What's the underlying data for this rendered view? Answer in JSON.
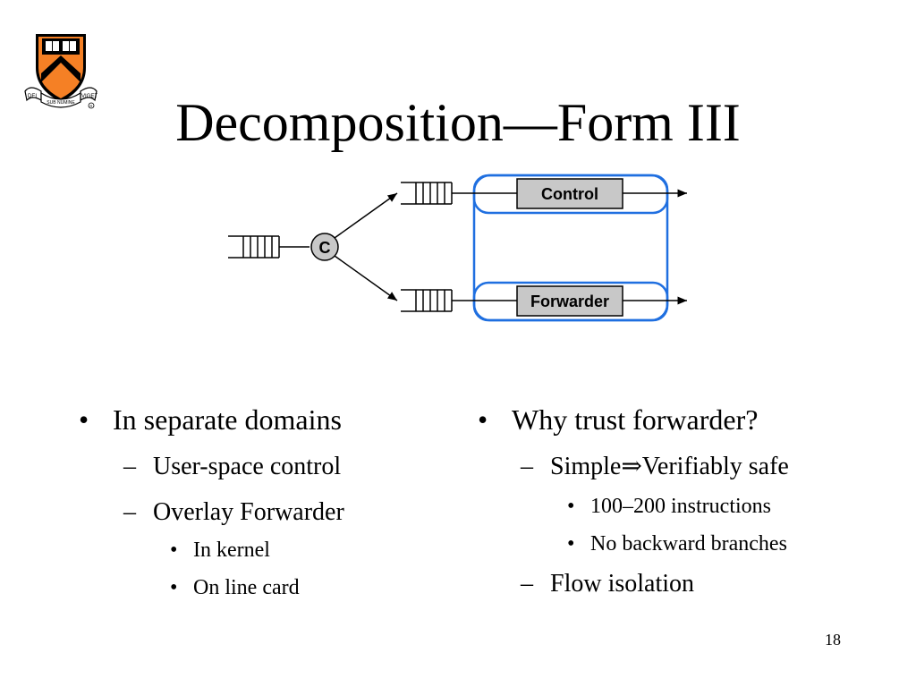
{
  "slide": {
    "title": "Decomposition—Form III",
    "page_number": "18",
    "logo": {
      "name": "Princeton University shield",
      "motto_words": [
        "DEI",
        "SUB NUMINE",
        "VIGET"
      ],
      "colors": {
        "orange": "#f58025",
        "black": "#000000"
      }
    }
  },
  "diagram": {
    "classifier_label": "C",
    "control_label": "Control",
    "forwarder_label": "Forwarder",
    "colors": {
      "domain_outline": "#1f6fe0",
      "box_fill": "#c8c8c8",
      "classifier_fill": "#c8c8c8"
    }
  },
  "left_column": {
    "bullet": "In separate domains",
    "items": [
      {
        "text": "User-space control"
      },
      {
        "text": "Overlay Forwarder",
        "subitems": [
          "In kernel",
          "On line card"
        ]
      }
    ]
  },
  "right_column": {
    "bullet": "Why trust forwarder?",
    "items": [
      {
        "text": "Simple⇒Verifiably safe",
        "subitems": [
          "100–200 instructions",
          "No backward branches"
        ]
      },
      {
        "text": "Flow isolation"
      }
    ]
  },
  "marks": {
    "bullet": "•",
    "dash": "–"
  }
}
